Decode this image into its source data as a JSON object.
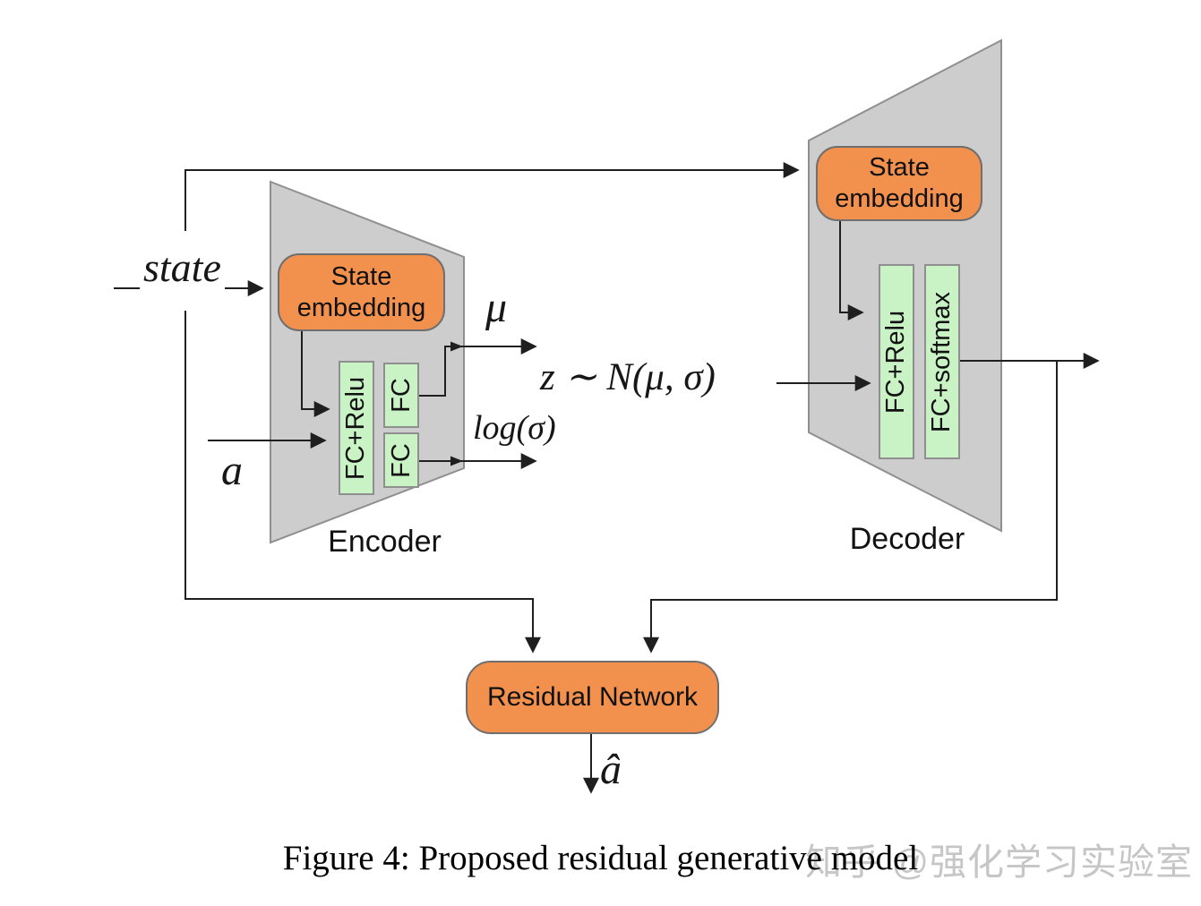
{
  "figure": {
    "labels": {
      "state": "state",
      "action": "a",
      "mu": "μ",
      "log_sigma": "log(σ)",
      "z_sample": "z ∼ N(μ, σ)",
      "encoder": "Encoder",
      "decoder": "Decoder",
      "a_hat": "â"
    },
    "blocks": {
      "encoder_state_embedding": "State embedding",
      "encoder_fc_relu": "FC+Relu",
      "encoder_fc_mu": "FC",
      "encoder_fc_sigma": "FC",
      "decoder_state_embedding": "State embedding",
      "decoder_fc_relu": "FC+Relu",
      "decoder_fc_softmax": "FC+softmax",
      "residual_network": "Residual Network"
    },
    "caption": "Figure 4: Proposed residual generative model",
    "watermark": "知乎 @强化学习实验室",
    "colors": {
      "block_orange": "#f2914e",
      "block_green": "#c9f3c4",
      "funnel_gray": "#cdcdcd",
      "line_dark": "#1f1f1f",
      "watermark_gray": "#c6c6c6"
    }
  }
}
